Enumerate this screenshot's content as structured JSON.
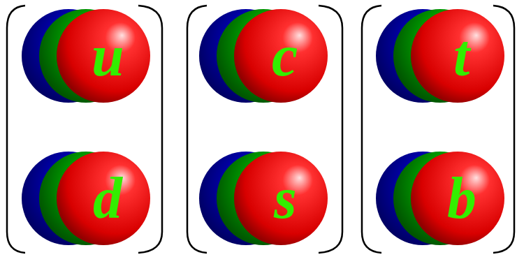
{
  "diagram": {
    "nodes": [
      {
        "text": [
          "u"
        ]
      },
      {
        "text": [
          "c"
        ]
      },
      {
        "text": [
          "t"
        ]
      },
      {
        "text": [
          "d"
        ]
      },
      {
        "text": [
          "s"
        ]
      },
      {
        "text": [
          "b"
        ]
      }
    ]
  }
}
